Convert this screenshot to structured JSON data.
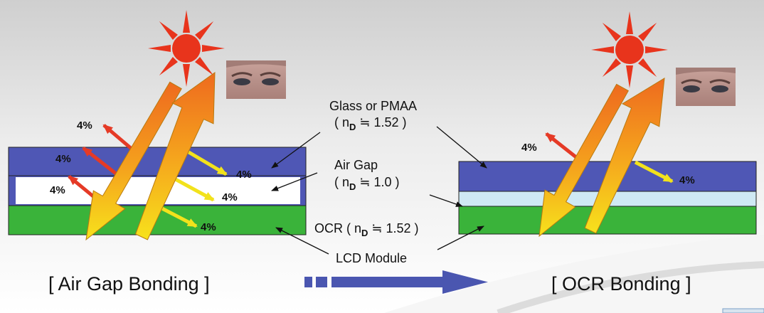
{
  "left_diagram": {
    "caption": "[ Air Gap Bonding ]",
    "reflections": [
      "4%",
      "4%",
      "4%"
    ],
    "transmissions": [
      "4%",
      "4%",
      "4%"
    ]
  },
  "right_diagram": {
    "caption": "[ OCR Bonding ]",
    "reflection": "4%",
    "transmission": "4%"
  },
  "labels": {
    "glass_title": "Glass or PMAA",
    "glass_index": {
      "open": "( n",
      "sub": "D",
      "rest": " ≒ 1.52 )"
    },
    "airgap_title": "Air Gap",
    "airgap_index": {
      "open": "( n",
      "sub": "D",
      "rest": " ≒ 1.0 )"
    },
    "ocr": {
      "open": "OCR ( n",
      "sub": "D",
      "rest": " ≒ 1.52 )"
    },
    "lcd": "LCD Module"
  },
  "colors": {
    "glass": "#4f57b5",
    "air_gap": "#ffffff",
    "ocr_layer": "#cfe9f4",
    "lcd": "#3ab33a",
    "sun": "#e8341c",
    "reflect_arrow": "#e53a26",
    "transmit_arrow": "#f2e21c",
    "flow_arrow": "#4a56b0"
  },
  "icons": [
    "sun-icon",
    "eyes-photo"
  ]
}
